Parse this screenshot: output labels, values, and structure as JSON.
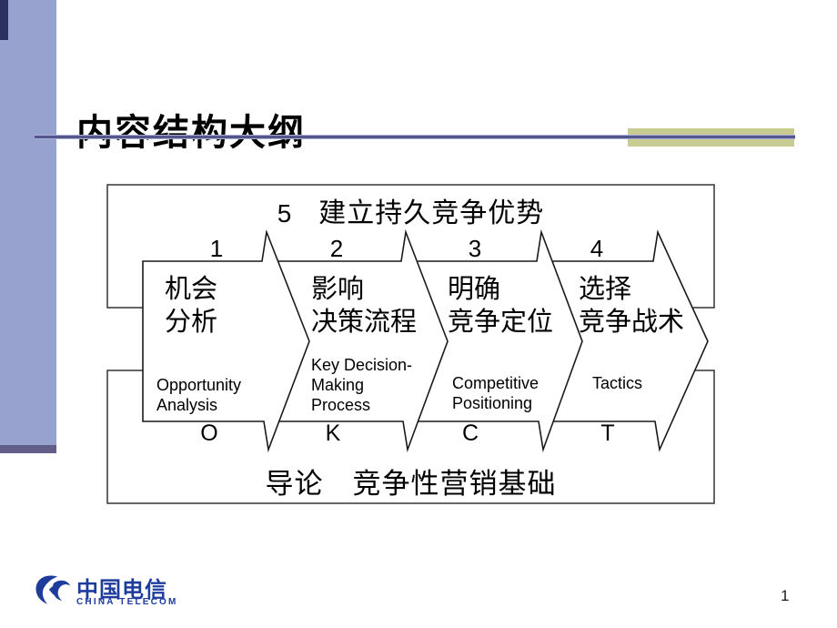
{
  "slide": {
    "title": "内容结构大纲",
    "page_number": "1"
  },
  "diagram": {
    "top_box": {
      "number": "5",
      "label": "建立持久竞争优势"
    },
    "bottom_box": {
      "label": "导论　竞争性营销基础"
    },
    "stages": [
      {
        "number": "1",
        "zh": "机会\n分析",
        "en": "Opportunity\nAnalysis",
        "letter": "O"
      },
      {
        "number": "2",
        "zh": "影响\n决策流程",
        "en": "Key Decision-\nMaking\nProcess",
        "letter": "K"
      },
      {
        "number": "3",
        "zh": "明确\n竞争定位",
        "en": "Competitive\nPositioning",
        "letter": "C"
      },
      {
        "number": "4",
        "zh": "选择\n竞争战术",
        "en": "Tactics",
        "letter": "T"
      }
    ]
  },
  "footer": {
    "logo_zh": "中国电信",
    "logo_en": "CHINA TELECOM"
  },
  "colors": {
    "sidebar": "#97A2CF",
    "sidebar_dark": "#615F8A",
    "corner_dark": "#2B3161",
    "accent_khaki": "#C8CB92",
    "rule_dark": "#54548E",
    "rule_light": "#A9B1D6",
    "logo_blue": "#1E3C9C",
    "shape_stroke": "#222222"
  }
}
